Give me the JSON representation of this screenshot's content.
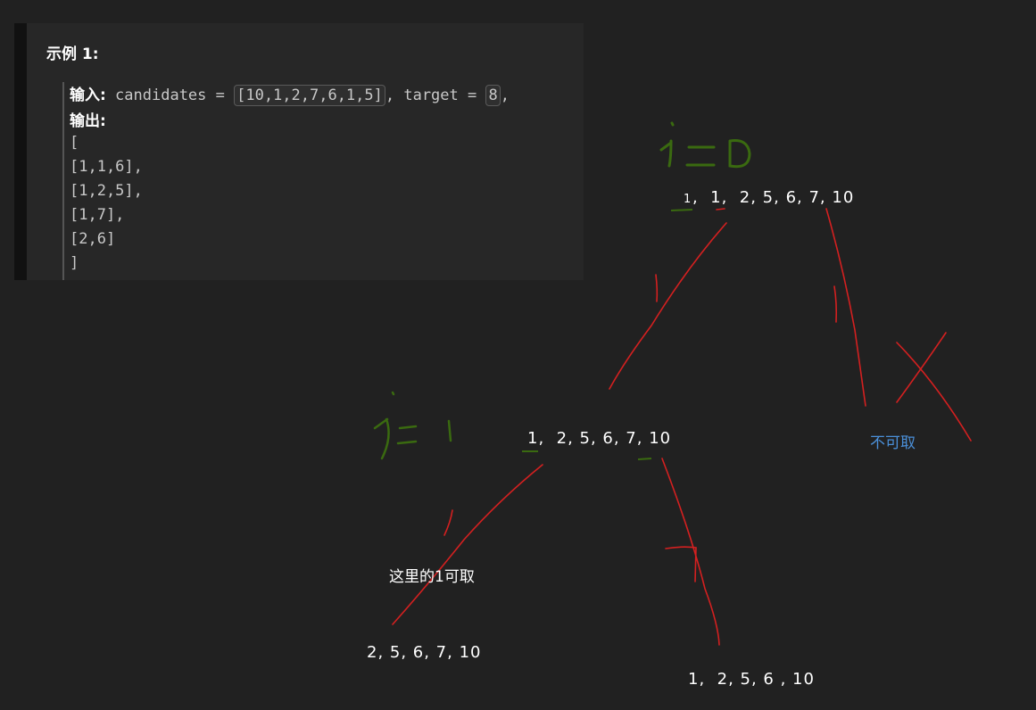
{
  "example": {
    "title": "示例 1:",
    "input_label": "输入:",
    "input_prefix": " candidates = ",
    "candidates": "[10,1,2,7,6,1,5]",
    "input_mid": ", target = ",
    "target": "8",
    "input_suffix": ",",
    "output_label": "输出:",
    "output_lines": [
      "[",
      "[1,1,6],",
      "[1,2,5],",
      "[1,7],",
      "[2,6]",
      "]"
    ]
  },
  "annotations": {
    "top_label": "i=0",
    "mid_label": "i=1",
    "top_sequence_small_1": "1",
    "top_sequence": ",  1,  2, 5, 6, 7, 10",
    "mid_sequence": "1,  2, 5, 6, 7, 10",
    "not_allowed": "不可取",
    "allowed_note": "这里的1可取",
    "left_leaf": "2, 5, 6, 7, 10",
    "right_leaf": "1,  2, 5, 6 , 10"
  },
  "colors": {
    "ink_red": "#d42020",
    "ink_green": "#3a6a10",
    "note_blue": "#4a8fd8"
  }
}
